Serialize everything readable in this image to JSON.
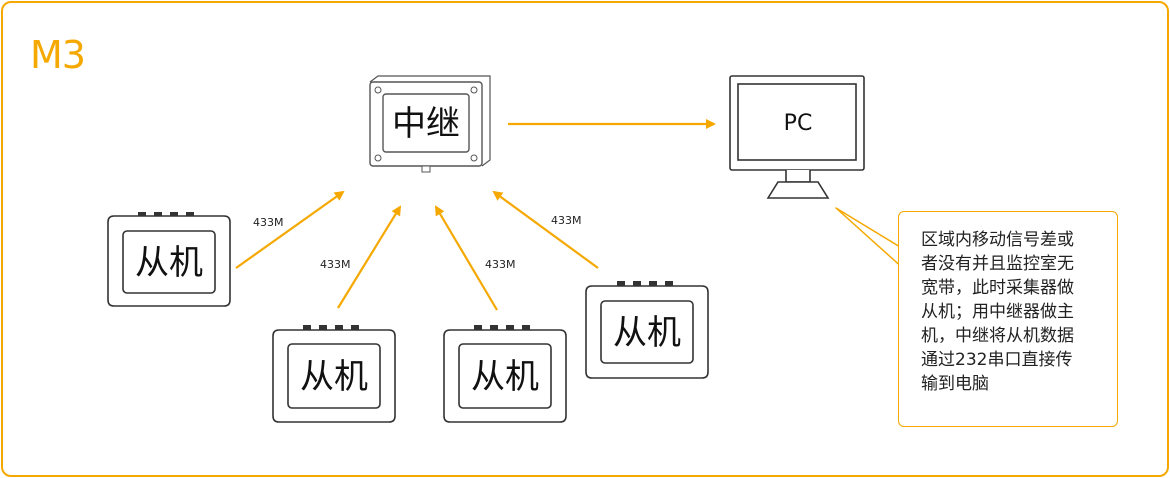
{
  "title": "M3",
  "repeater": {
    "label": "中继"
  },
  "pc": {
    "label": "PC"
  },
  "slaves": [
    {
      "label": "从机"
    },
    {
      "label": "从机"
    },
    {
      "label": "从机"
    },
    {
      "label": "从机"
    }
  ],
  "links": [
    {
      "label": "433M"
    },
    {
      "label": "433M"
    },
    {
      "label": "433M"
    },
    {
      "label": "433M"
    }
  ],
  "note": {
    "text": "区域内移动信号差或\n者没有并且监控室无\n宽带，此时采集器做\n从机；用中继器做主\n机，中继将从机数据\n通过232串口直接传\n输到电脑"
  },
  "colors": {
    "accent": "#F5A800",
    "device_fill": "#ffffff",
    "stroke": "#333333"
  }
}
